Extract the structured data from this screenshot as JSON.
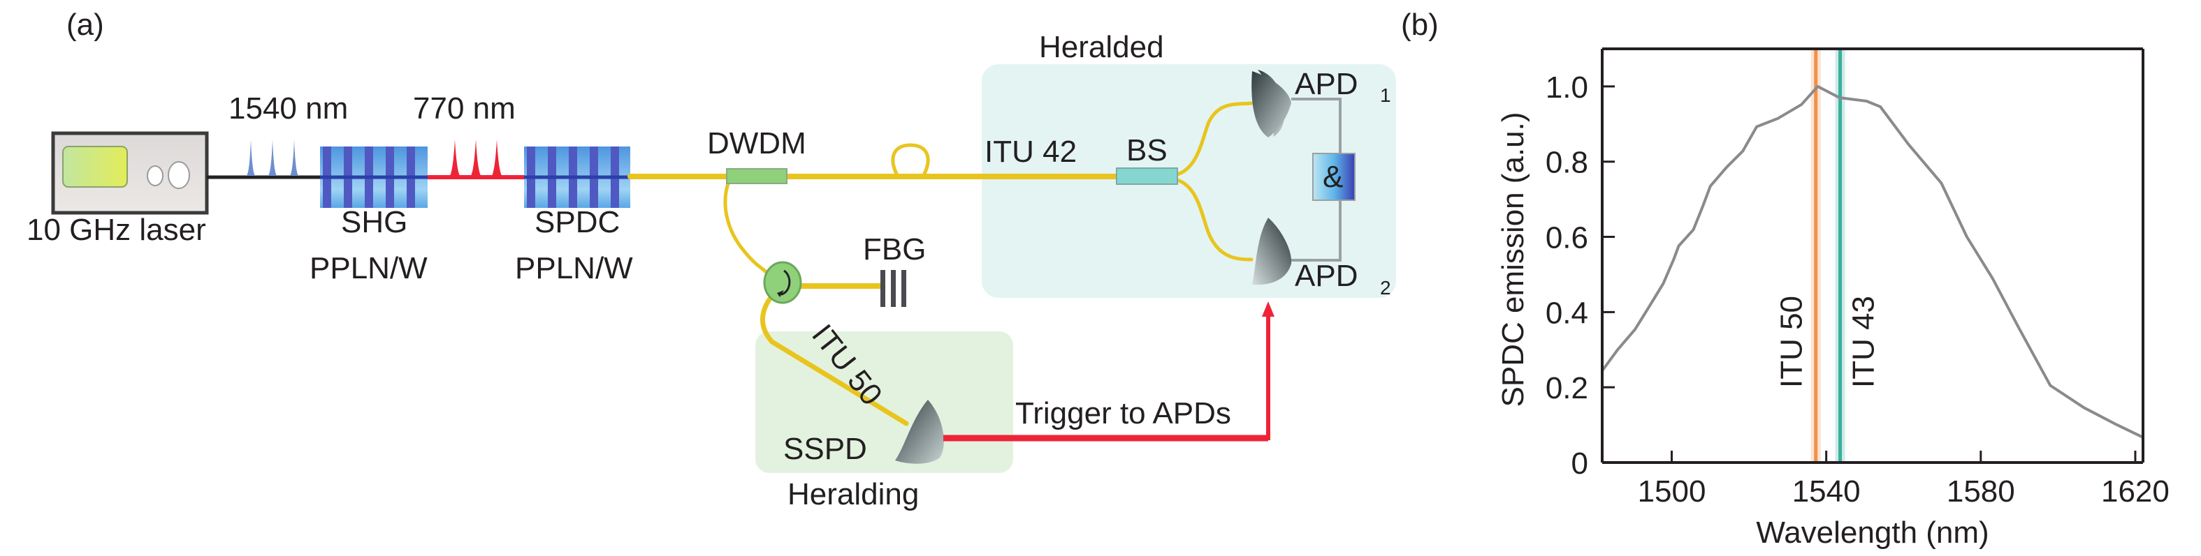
{
  "panel_a": {
    "label": "(a)",
    "laser_label": "10 GHz laser",
    "pulse_label_1540": "1540 nm",
    "pulse_label_770": "770 nm",
    "shg_label": "SHG",
    "shg_sub": "PPLN/W",
    "spdc_label": "SPDC",
    "spdc_sub": "PPLN/W",
    "dwdm_label": "DWDM",
    "fbg_label": "FBG",
    "itu42_label": "ITU 42",
    "bs_label": "BS",
    "heralded_label": "Heralded",
    "apd1_label": "APD",
    "apd1_sub": "1",
    "apd2_label": "APD",
    "apd2_sub": "2",
    "and_gate_label": "&",
    "itu50_label": "ITU 50",
    "sspd_label": "SSPD",
    "heralding_label": "Heralding",
    "trigger_label": "Trigger to APDs",
    "colors": {
      "fiber_yellow": "#e8c51e",
      "pulse_blue": "#5b7fc4",
      "pulse_red": "#ee2436",
      "ppln_dark": "#5059c2",
      "ppln_light": "#56a6e6",
      "dwdm_green": "#8fd17a",
      "bs_teal": "#86d6d0",
      "heralded_bg": "#e4f4f3",
      "heralding_bg": "#e3f2df",
      "trigger_red": "#ee2436"
    }
  },
  "panel_b": {
    "label": "(b)"
  },
  "chart_data": {
    "type": "line",
    "title": "",
    "xlabel": "Wavelength (nm)",
    "ylabel": "SPDC emission (a.u.)",
    "xlim": [
      1482,
      1622
    ],
    "ylim": [
      0,
      1.1
    ],
    "xticks": [
      1500,
      1540,
      1580,
      1620
    ],
    "xtick_labels": [
      "1500",
      "1540",
      "1580",
      "1620"
    ],
    "yticks": [
      0,
      0.2,
      0.4,
      0.6,
      0.8,
      1.0
    ],
    "ytick_labels": [
      "0",
      "0.2",
      "0.4",
      "0.6",
      "0.8",
      "1.0"
    ],
    "grid": false,
    "series": [
      {
        "name": "SPDC emission",
        "color": "#8a8a8e",
        "x": [
          1482,
          1486,
          1490.5,
          1494.2,
          1497.8,
          1500.5,
          1501.8,
          1505.6,
          1508,
          1510,
          1514.2,
          1518.4,
          1522,
          1527.5,
          1533.6,
          1537.8,
          1542.9,
          1543.6,
          1550.4,
          1554,
          1561.3,
          1569.8,
          1576.4,
          1583.1,
          1589.8,
          1598,
          1606.7,
          1615.3,
          1622
        ],
        "y": [
          0.244,
          0.3,
          0.354,
          0.415,
          0.476,
          0.54,
          0.576,
          0.619,
          0.68,
          0.735,
          0.785,
          0.828,
          0.893,
          0.915,
          0.952,
          1.0,
          0.973,
          0.97,
          0.961,
          0.946,
          0.846,
          0.743,
          0.6,
          0.489,
          0.359,
          0.205,
          0.146,
          0.1,
          0.067
        ]
      }
    ],
    "annotations": [
      {
        "text": "ITU 50",
        "x": 1537.3,
        "color": "#f0914a",
        "type": "vline"
      },
      {
        "text": "ITU 43",
        "x": 1543.6,
        "color": "#3aaf9f",
        "type": "vline"
      }
    ]
  }
}
